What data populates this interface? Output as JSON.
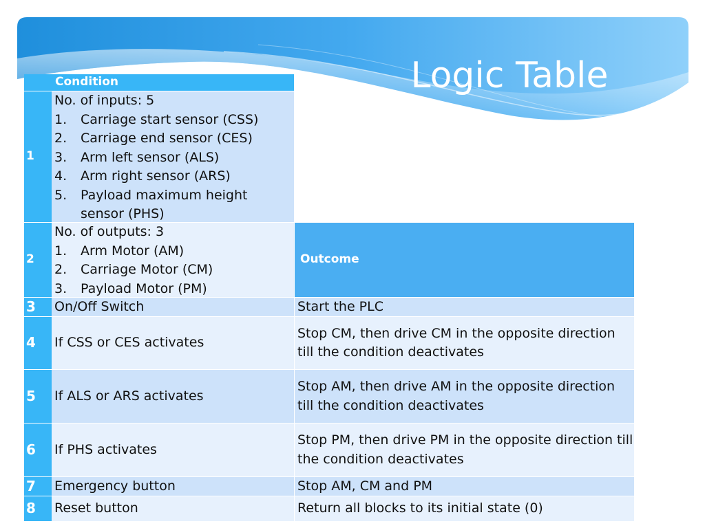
{
  "slide": {
    "title": "Logic Table"
  },
  "table": {
    "header_condition": "Condition",
    "header_outcome": "Outcome",
    "row1": {
      "num": "1",
      "intro": "No. of inputs: 5",
      "items": [
        {
          "n": "1.",
          "t": "Carriage start sensor (CSS)"
        },
        {
          "n": "2.",
          "t": "Carriage end sensor (CES)"
        },
        {
          "n": "3.",
          "t": "Arm left sensor (ALS)"
        },
        {
          "n": "4.",
          "t": "Arm right sensor (ARS)"
        },
        {
          "n": "5.",
          "t": "Payload maximum height sensor (PHS)"
        }
      ]
    },
    "row2": {
      "num": "2",
      "intro": "No. of outputs: 3",
      "items": [
        {
          "n": "1.",
          "t": "Arm Motor (AM)"
        },
        {
          "n": "2.",
          "t": "Carriage Motor (CM)"
        },
        {
          "n": "3.",
          "t": "Payload Motor (PM)"
        }
      ]
    },
    "rows": [
      {
        "num": "3",
        "condition": "On/Off Switch",
        "outcome": "Start the PLC"
      },
      {
        "num": "4",
        "condition": "If CSS or CES activates",
        "outcome": "Stop CM, then drive CM in the opposite direction till the condition deactivates"
      },
      {
        "num": "5",
        "condition": "If ALS or ARS activates",
        "outcome": "Stop AM, then drive AM in the opposite direction till the condition deactivates"
      },
      {
        "num": "6",
        "condition": "If PHS activates",
        "outcome": "Stop PM, then drive PM in the opposite direction till the condition deactivates"
      },
      {
        "num": "7",
        "condition": "Emergency button",
        "outcome": "Stop AM, CM and PM"
      },
      {
        "num": "8",
        "condition": "Reset button",
        "outcome": "Return all blocks to its initial state (0)"
      }
    ]
  },
  "colors": {
    "accent": "#38b6f7",
    "row_dark": "#cde2fa",
    "row_light": "#e7f1fd"
  }
}
